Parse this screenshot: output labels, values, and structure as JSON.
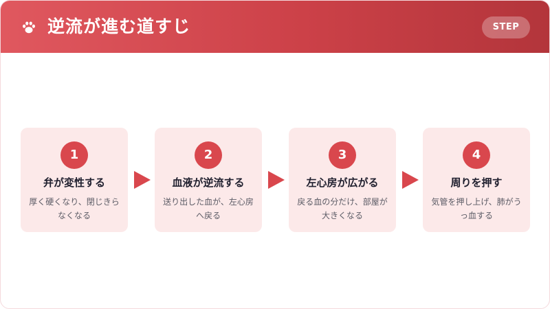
{
  "header": {
    "title": "逆流が進む道すじ",
    "badge": "STEP",
    "icon": "paw-icon",
    "gradient": [
      "#e0585f",
      "#b3353b"
    ]
  },
  "accent_color": "#d9474d",
  "card_color": "#fce9e9",
  "steps": [
    {
      "number": "1",
      "title": "弁が変性する",
      "desc": "厚く硬くなり、閉じきらなくなる"
    },
    {
      "number": "2",
      "title": "血液が逆流する",
      "desc": "送り出した血が、左心房へ戻る"
    },
    {
      "number": "3",
      "title": "左心房が広がる",
      "desc": "戻る血の分だけ、部屋が大きくなる"
    },
    {
      "number": "4",
      "title": "周りを押す",
      "desc": "気管を押し上げ、肺がうっ血する"
    }
  ]
}
